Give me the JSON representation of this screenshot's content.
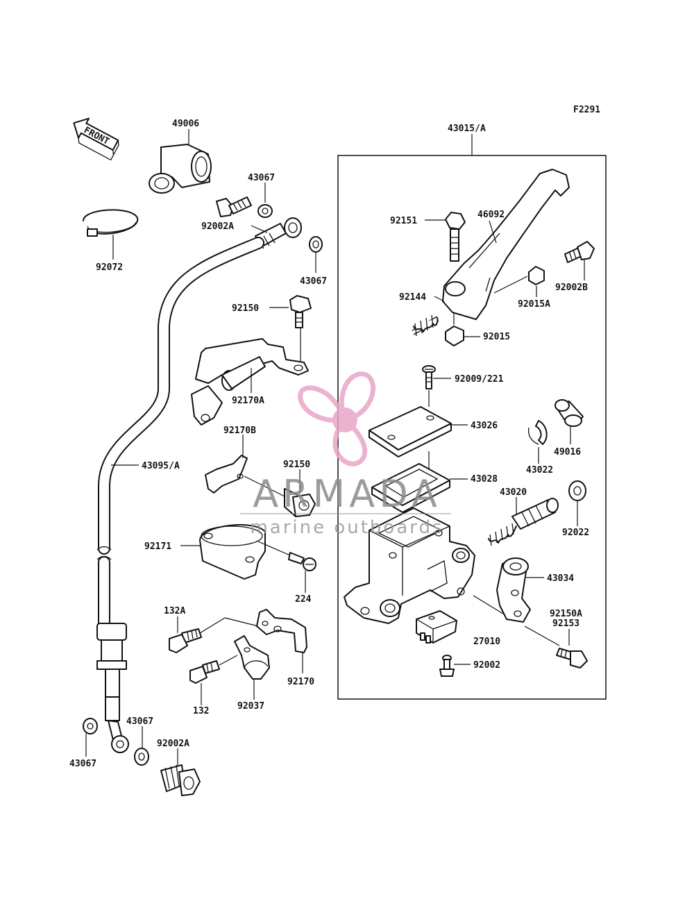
{
  "drawing_code": "F2291",
  "front_arrow": "FRONT",
  "watermark": {
    "brand": "ARMADA",
    "tagline": "marine outboards",
    "color": "#e8a6c8"
  },
  "labels": {
    "p49006": "49006",
    "p43067a": "43067",
    "p92002A_top": "92002A",
    "p43067b": "43067",
    "p92072": "92072",
    "p92150_top": "92150",
    "p92170A": "92170A",
    "p92170B": "92170B",
    "p43095A": "43095/A",
    "p92150_mid": "92150",
    "p92171": "92171",
    "p224": "224",
    "p132A": "132A",
    "p132": "132",
    "p92037": "92037",
    "p92170": "92170",
    "p43067c": "43067",
    "p43067d": "43067",
    "p92002A_bot": "92002A",
    "p43015A": "43015/A",
    "p92151": "92151",
    "p46092": "46092",
    "p92002B": "92002B",
    "p92144": "92144",
    "p92015A": "92015A",
    "p92015": "92015",
    "p92009_221": "92009/221",
    "p43026": "43026",
    "p49016": "49016",
    "p43022": "43022",
    "p43028": "43028",
    "p43020": "43020",
    "p92022": "92022",
    "p43034": "43034",
    "p92150A": "92150A",
    "p92153": "92153",
    "p27010": "27010",
    "p92002": "92002"
  }
}
